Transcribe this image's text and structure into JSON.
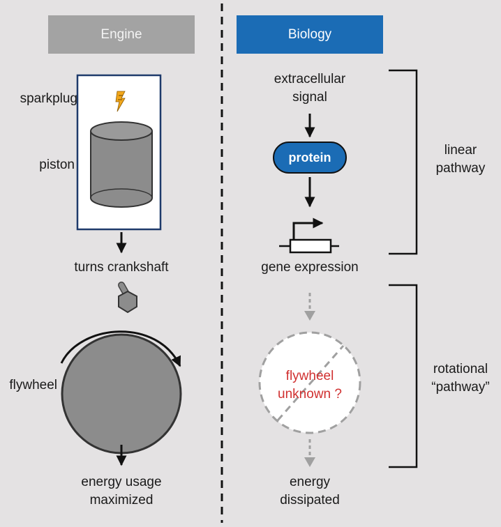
{
  "headers": {
    "engine": "Engine",
    "biology": "Biology"
  },
  "engine": {
    "sparkplug": "sparkplug",
    "piston": "piston",
    "crankshaft": "turns crankshaft",
    "flywheel": "flywheel",
    "outcome_line1": "energy usage",
    "outcome_line2": "maximized"
  },
  "biology": {
    "signal_line1": "extracellular",
    "signal_line2": "signal",
    "protein": "protein",
    "gene": "gene expression",
    "unknown_line1": "flywheel",
    "unknown_line2": "unknown ?",
    "outcome_line1": "energy",
    "outcome_line2": "dissipated"
  },
  "brackets": {
    "linear_line1": "linear",
    "linear_line2": "pathway",
    "rotational_line1": "rotational",
    "rotational_line2": "“pathway”"
  },
  "colors": {
    "engine_header": "#a3a3a3",
    "biology_header": "#1b6cb5",
    "protein": "#1b6cb5",
    "unknown_text": "#d03030",
    "spark": "#f2a71b",
    "background": "#e4e2e3"
  }
}
